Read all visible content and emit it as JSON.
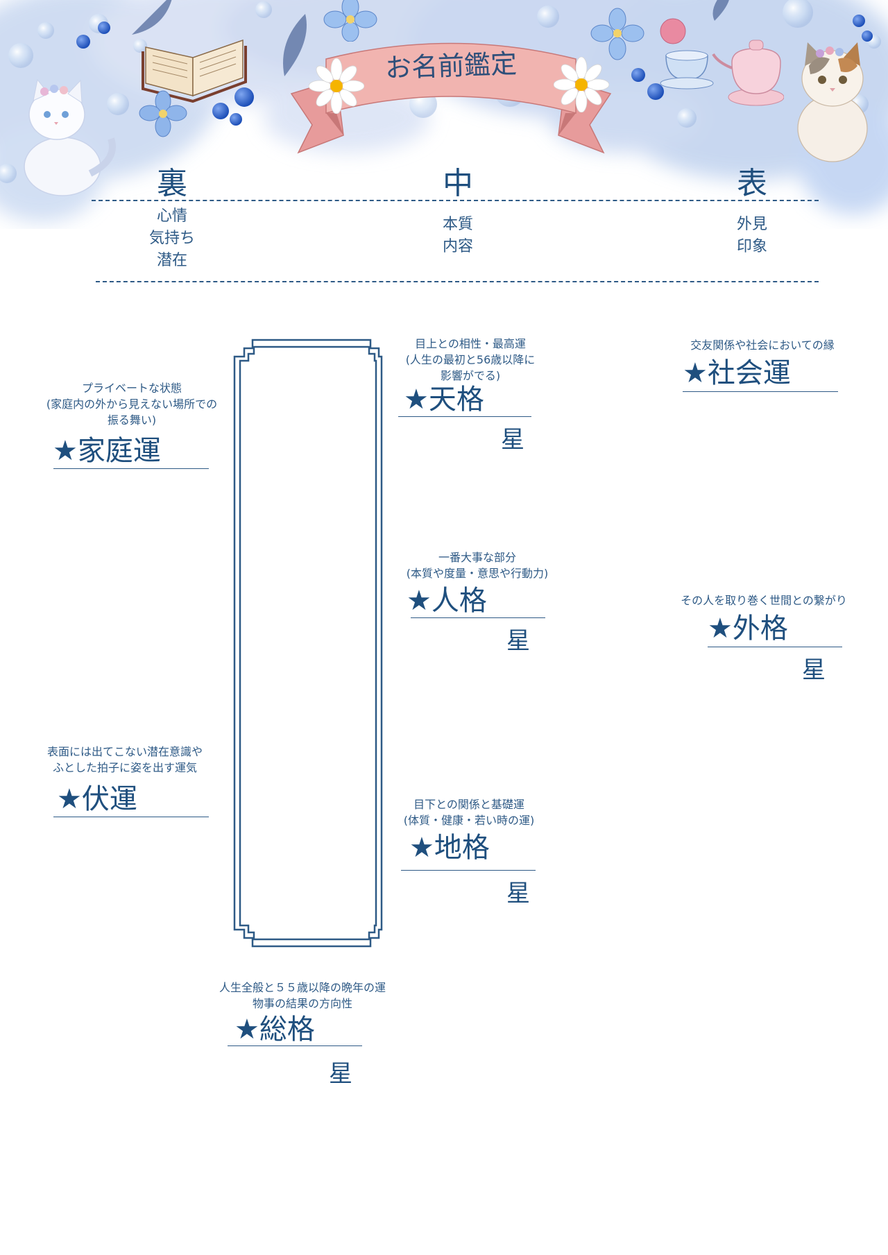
{
  "header": {
    "title": "お名前鑑定"
  },
  "columns": [
    {
      "heading": "裏",
      "lines": [
        "心情",
        "気持ち",
        "潜在"
      ]
    },
    {
      "heading": "中",
      "lines": [
        "本質",
        "内容"
      ]
    },
    {
      "heading": "表",
      "lines": [
        "外見",
        "印象"
      ]
    }
  ],
  "fortunes": {
    "tenkaku": {
      "note": [
        "目上との相性・最高運",
        "(人生の最初と56歳以降に",
        "影響がでる)"
      ],
      "label": "★天格",
      "unit": "星"
    },
    "jinkaku": {
      "note": [
        "一番大事な部分",
        "(本質や度量・意思や行動力)"
      ],
      "label": "★人格",
      "unit": "星"
    },
    "chikaku": {
      "note": [
        "目下との関係と基礎運",
        "(体質・健康・若い時の運)"
      ],
      "label": "★地格",
      "unit": "星"
    },
    "sokaku": {
      "note": [
        "人生全般と５５歳以降の晩年の運",
        "物事の結果の方向性"
      ],
      "label": "★総格",
      "unit": "星"
    },
    "katei": {
      "note": [
        "プライベートな状態",
        "(家庭内の外から見えない場所での",
        "振る舞い)"
      ],
      "label": "★家庭運"
    },
    "fuku": {
      "note": [
        "表面には出てこない潜在意識や",
        "ふとした拍子に姿を出す運気"
      ],
      "label": "★伏運"
    },
    "shakai": {
      "note": [
        "交友関係や社会においての縁"
      ],
      "label": "★社会運"
    },
    "gaikaku": {
      "note": [
        "その人を取り巻く世間との繋がり"
      ],
      "label": "★外格",
      "unit": "星"
    }
  },
  "colors": {
    "text": "#2e5a86",
    "heading": "#1f4f7e",
    "ribbon": "#e9a0a0",
    "watercolor": "#b9cdeb"
  },
  "icons": [
    "cat-white-icon",
    "book-icon",
    "ribbon-banner-icon",
    "daisy-icon",
    "teapot-icon",
    "cat-calico-icon",
    "flower-icon"
  ]
}
